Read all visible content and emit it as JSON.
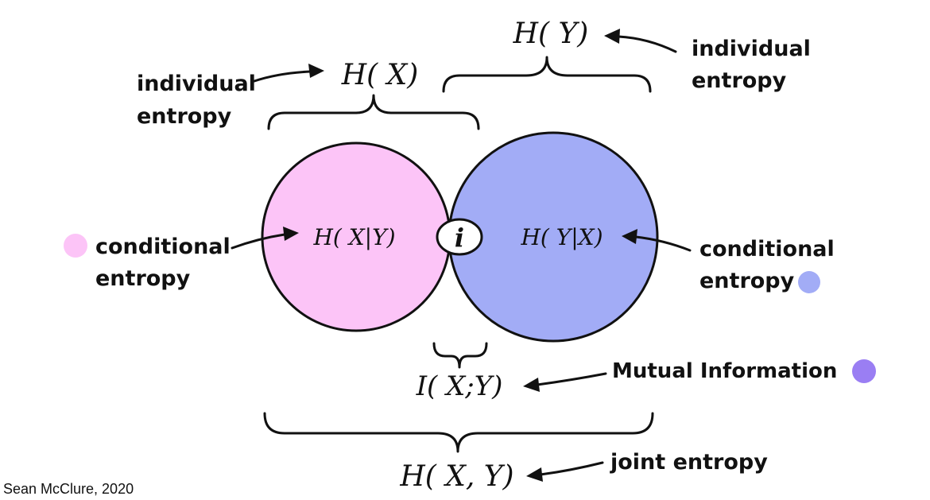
{
  "diagram": {
    "h_x": "H( X)",
    "h_y": "H( Y)",
    "h_x_given_y": "H( X|Y)",
    "h_y_given_x": "H( Y|X)",
    "intersection_symbol": "i",
    "mutual_info": "I( X;Y)",
    "joint": "H( X, Y)"
  },
  "labels": {
    "individual_entropy_left": [
      "individual",
      "entropy"
    ],
    "individual_entropy_right": [
      "individual",
      "entropy"
    ],
    "conditional_entropy_left": [
      "conditional",
      "entropy"
    ],
    "conditional_entropy_right": [
      "conditional",
      "entropy"
    ],
    "mutual_information": "Mutual Information",
    "joint_entropy": "joint entropy"
  },
  "credit": "Sean McClure, 2020",
  "colors": {
    "left_circle": "#fcc4f7",
    "right_circle": "#a2acf6",
    "intersection": "#9a7ef3",
    "outline": "#111111"
  }
}
